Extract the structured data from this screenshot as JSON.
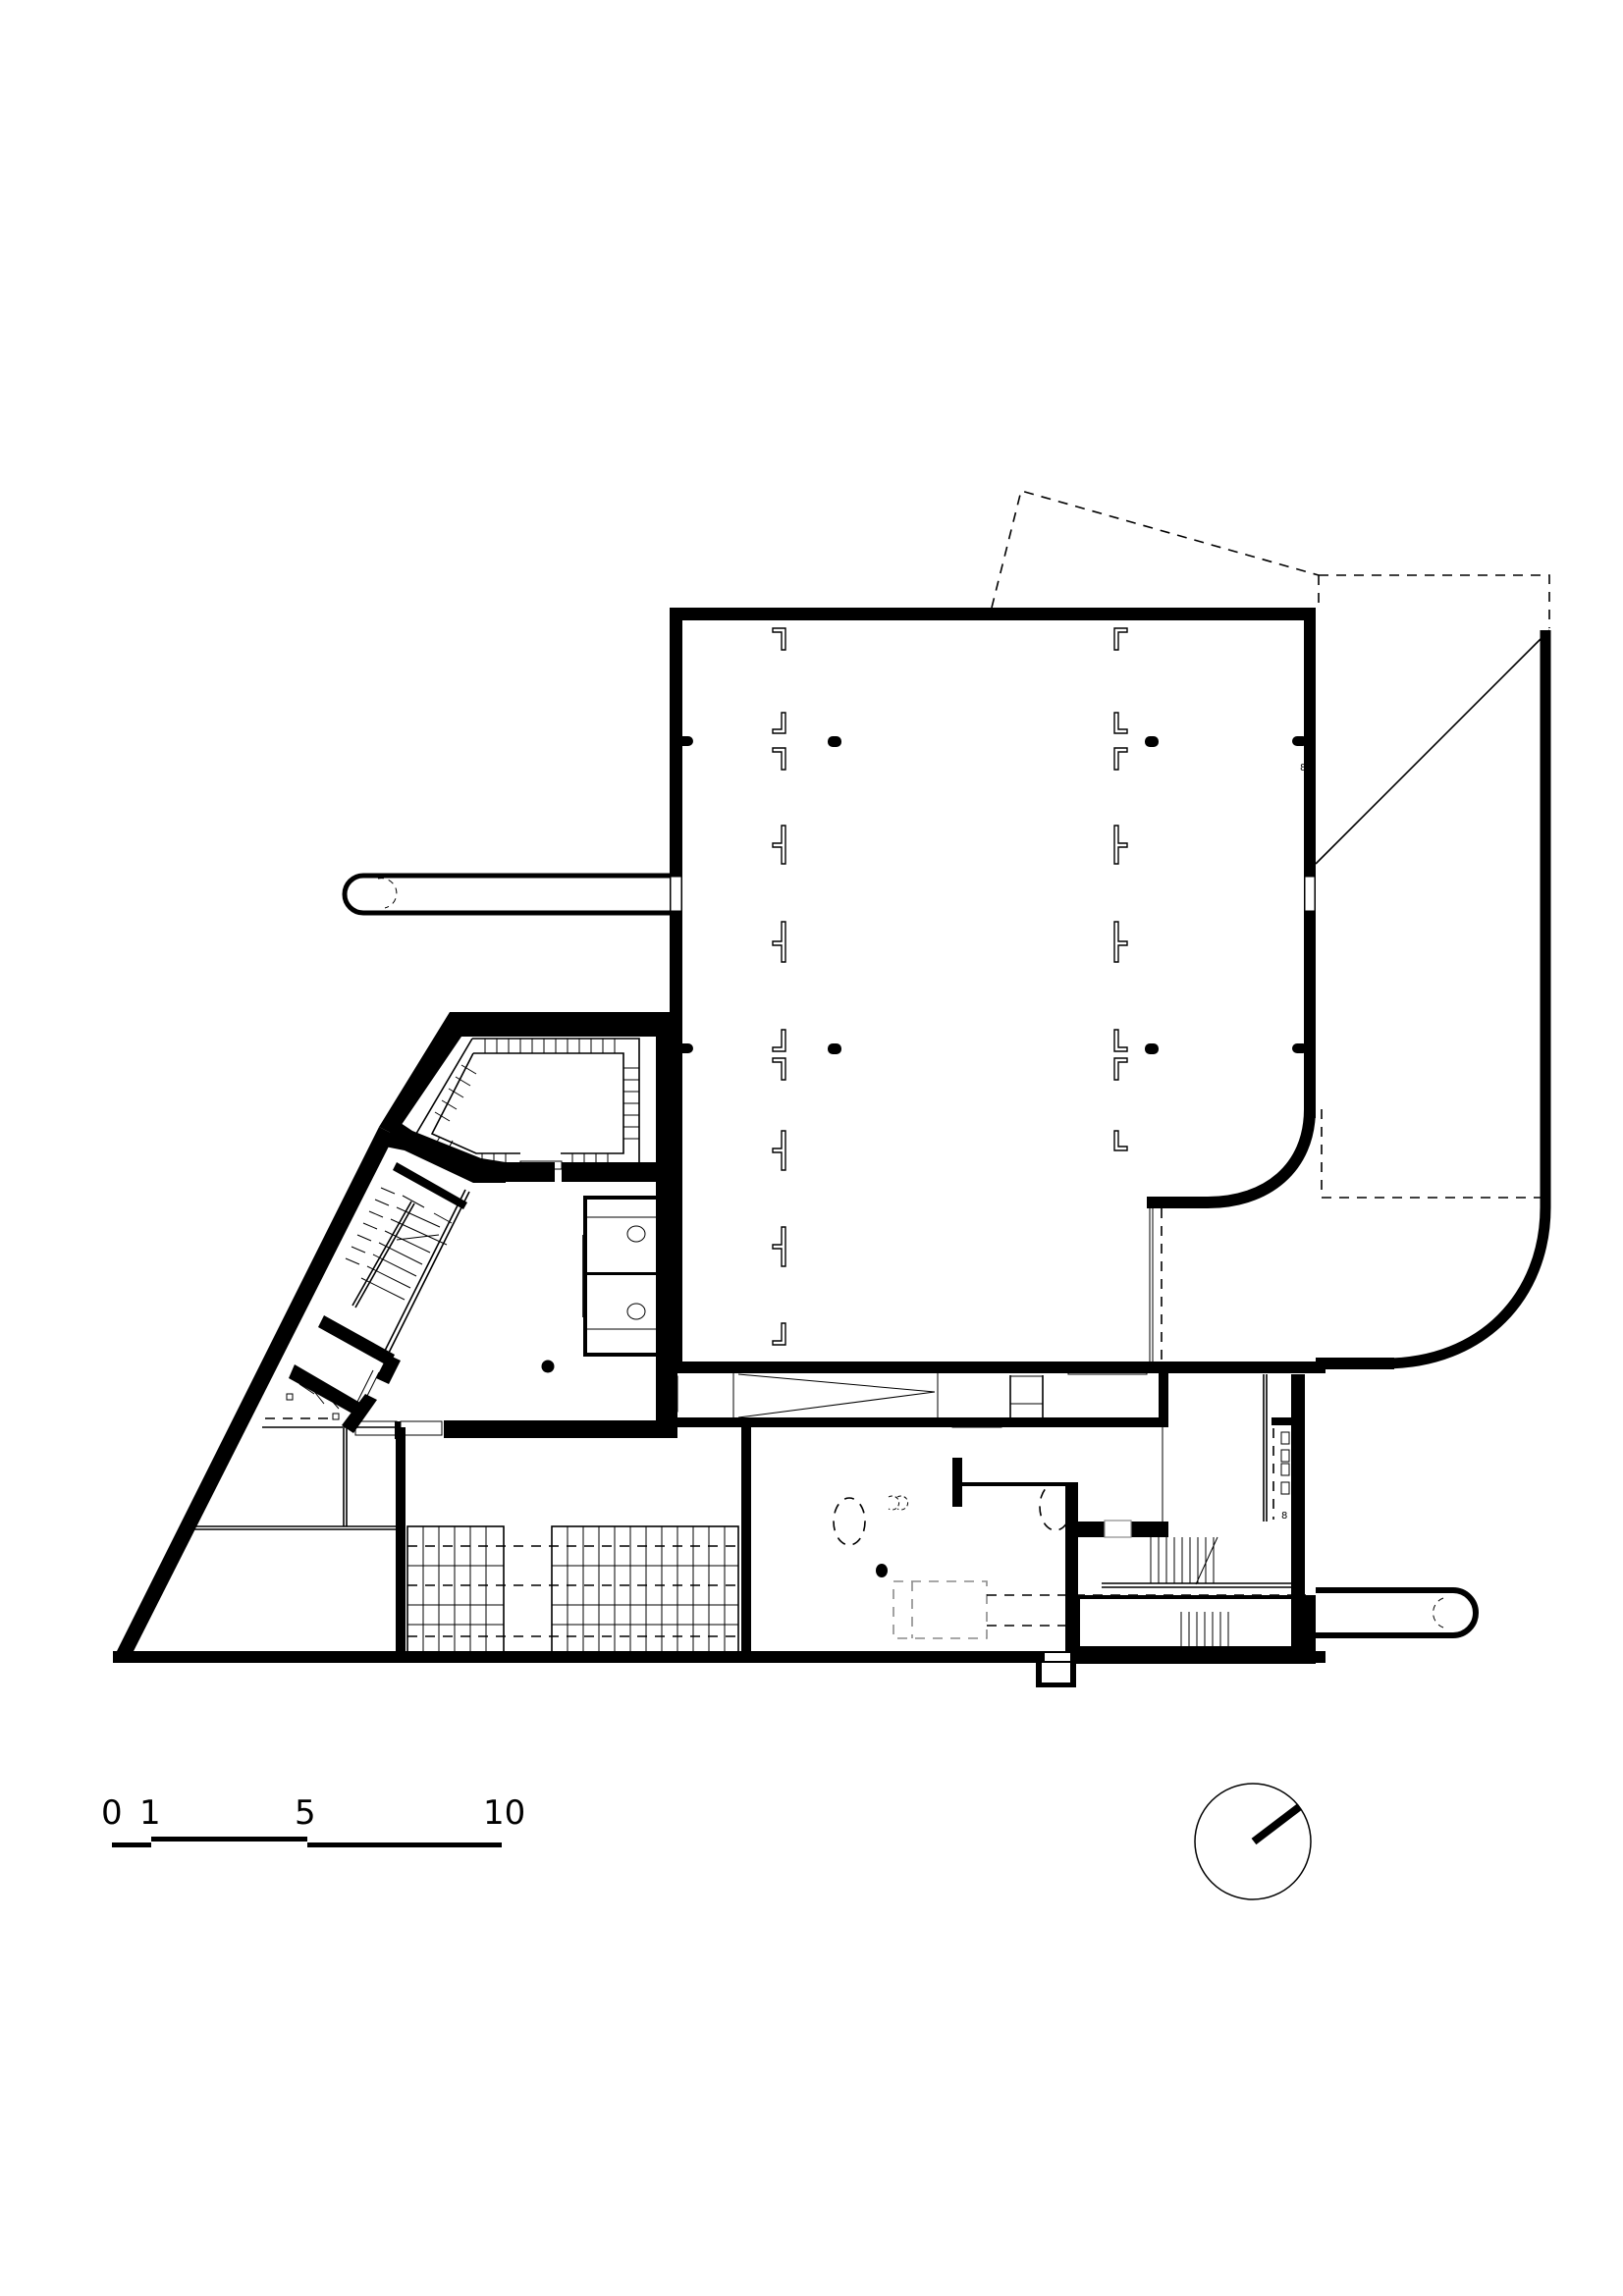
{
  "drawing": {
    "type": "architectural floor plan",
    "background": "#ffffff",
    "ink": "#000000",
    "secondary_ink": "#8a8a8a"
  },
  "scale_bar": {
    "labels": [
      "0",
      "1",
      "5",
      "10"
    ],
    "unit_hint": "metres"
  },
  "north_arrow": {
    "shape": "circle with thick needle",
    "needle_direction_deg": 50
  },
  "rooms": [
    {
      "id": "main-hall",
      "desc": "large square hall with T-shaped column markers"
    },
    {
      "id": "stair-room-upper",
      "desc": "polygonal room with perimeter stepped seating"
    },
    {
      "id": "stair-diagonal",
      "desc": "diagonal staircase along slanted wall"
    },
    {
      "id": "entry-lobby",
      "desc": "triangular lobby with toilets"
    },
    {
      "id": "corridor",
      "desc": "east-west service corridor with ramp"
    },
    {
      "id": "storage-grid",
      "desc": "room with racked grid shelving"
    },
    {
      "id": "triangle-rooms",
      "desc": "two triangular rooms at south-west"
    },
    {
      "id": "work-room",
      "desc": "room with dashed furniture outlines"
    },
    {
      "id": "stair-east",
      "desc": "east staircase"
    },
    {
      "id": "curved-terrace",
      "desc": "curved wall enclosure on east side"
    },
    {
      "id": "tube-west",
      "desc": "rounded tube extension on west"
    },
    {
      "id": "tube-east",
      "desc": "rounded tube extension on east"
    }
  ]
}
